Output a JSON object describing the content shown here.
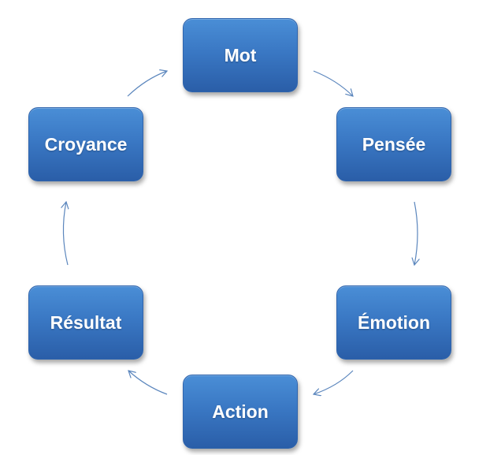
{
  "diagram": {
    "nodes": [
      {
        "id": "mot",
        "label": "Mot"
      },
      {
        "id": "pensee",
        "label": "Pensée"
      },
      {
        "id": "emotion",
        "label": "Émotion"
      },
      {
        "id": "action",
        "label": "Action"
      },
      {
        "id": "resultat",
        "label": "Résultat"
      },
      {
        "id": "croyance",
        "label": "Croyance"
      }
    ],
    "edges": [
      {
        "from": "mot",
        "to": "pensee"
      },
      {
        "from": "pensee",
        "to": "emotion"
      },
      {
        "from": "emotion",
        "to": "action"
      },
      {
        "from": "action",
        "to": "resultat"
      },
      {
        "from": "resultat",
        "to": "croyance"
      },
      {
        "from": "croyance",
        "to": "mot"
      }
    ],
    "colors": {
      "node_fill": "#3a78c4",
      "node_text": "#ffffff",
      "arrow": "#5b86bd"
    }
  }
}
